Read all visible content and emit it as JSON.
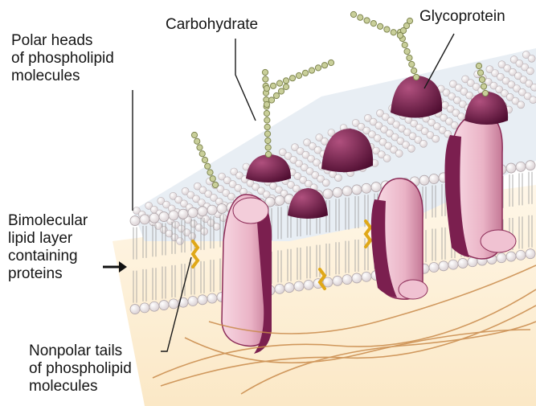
{
  "labels": {
    "polar_heads": [
      "Polar heads",
      "of phospholipid",
      "molecules"
    ],
    "carbohydrate": "Carbohydrate",
    "glycoprotein": "Glycoprotein",
    "bimolecular": [
      "Bimolecular",
      "lipid layer",
      "containing",
      "proteins"
    ],
    "nonpolar_tails": [
      "Nonpolar tails",
      "of phospholipid",
      "molecules"
    ]
  },
  "colors": {
    "protein_light": "#f1c4d3",
    "protein_dark": "#7b1f4f",
    "lipid_head": "#efe9ea",
    "chain": "#c9cf9a",
    "cholesterol": "#e8b51c",
    "fiber": "#c98a4a",
    "background_floor": "#fdf1dc"
  }
}
